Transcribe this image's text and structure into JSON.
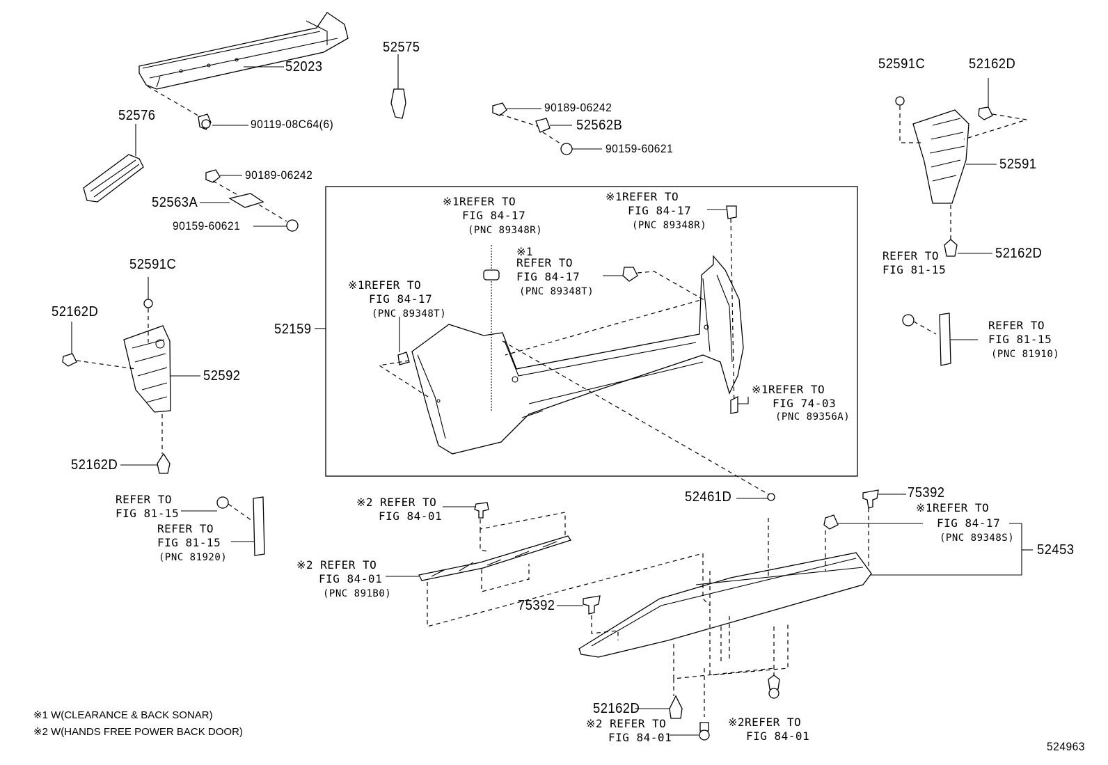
{
  "parts": {
    "p52023": "52023",
    "p52575": "52575",
    "p52576": "52576",
    "p90119": "90119-08C64(6)",
    "p90189a": "90189-06242",
    "p52562B": "52562B",
    "p90159a": "90159-60621",
    "p90189b": "90189-06242",
    "p52563A": "52563A",
    "p90159b": "90159-60621",
    "p52591C_r": "52591C",
    "p52162D_rt": "52162D",
    "p52591": "52591",
    "p52162D_rb": "52162D",
    "p52591C_l": "52591C",
    "p52162D_lt": "52162D",
    "p52592": "52592",
    "p52162D_lb": "52162D",
    "p52159": "52159",
    "p52461D": "52461D",
    "p75392_a": "75392",
    "p52453": "52453",
    "p75392_b": "75392",
    "p52162D_bot": "52162D",
    "diagram_no": "524963"
  },
  "refs": {
    "r1_l1": "※1REFER TO",
    "r1_l2": "FIG 84-17",
    "r1_pnc": "(PNC 89348R)",
    "r2_l1": "※1REFER TO",
    "r2_l2": "FIG 84-17",
    "r2_pnc": "(PNC 89348R)",
    "r3_l0": "※1",
    "r3_l1": "REFER TO",
    "r3_l2": "FIG 84-17",
    "r3_pnc": "(PNC 89348T)",
    "r4_l1": "※1REFER TO",
    "r4_l2": "FIG 84-17",
    "r4_pnc": "(PNC 89348T)",
    "r5_l1": "※1REFER TO",
    "r5_l2": "FIG 74-03",
    "r5_pnc": "(PNC 89356A)",
    "r6_l1": "REFER TO",
    "r6_l2": "FIG 81-15",
    "r7_l1": "REFER TO",
    "r7_l2": "FIG 81-15",
    "r7_pnc": "(PNC 81910)",
    "r8_l1": "REFER TO",
    "r8_l2": "FIG 81-15",
    "r9_l1": "REFER TO",
    "r9_l2": "FIG 81-15",
    "r9_pnc": "(PNC 81920)",
    "r10_l1": "※2 REFER TO",
    "r10_l2": "FIG 84-01",
    "r11_l1": "※2 REFER TO",
    "r11_l2": "FIG 84-01",
    "r11_pnc": "(PNC 891B0)",
    "r12_l1": "※1REFER TO",
    "r12_l2": "FIG 84-17",
    "r12_pnc": "(PNC 89348S)",
    "r13_l1": "※2 REFER TO",
    "r13_l2": "FIG 84-01",
    "r14_l1": "※2REFER TO",
    "r14_l2": "FIG 84-01"
  },
  "notes": {
    "n1": "※1 W(CLEARANCE & BACK SONAR)",
    "n2": "※2 W(HANDS FREE POWER BACK DOOR)"
  }
}
